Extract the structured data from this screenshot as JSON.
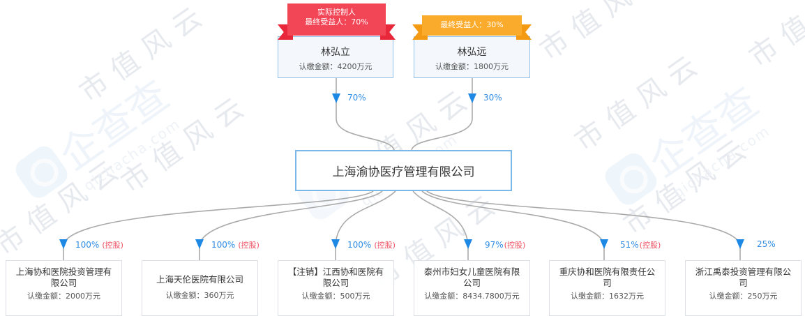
{
  "watermark": {
    "text": "市值风云",
    "brand": "企查查",
    "brand_domain": "qichacha.com"
  },
  "colors": {
    "actual_controller_ribbon": "#f0404f",
    "beneficiary_ribbon": "#f9a21d",
    "percent_text": "#2f8de4",
    "control_tag": "#ee4d5f",
    "link_line": "#aaaaaa",
    "box_border": "#7ab8e8"
  },
  "shareholders": [
    {
      "ribbon_line1": "实际控制人",
      "ribbon_line2": "最终受益人：70%",
      "name": "林弘立",
      "amount": "认缴金额：4200万元",
      "percent": "70%"
    },
    {
      "ribbon_line1": "",
      "ribbon_line2": "最终受益人：30%",
      "name": "林弘远",
      "amount": "认缴金额：1800万元",
      "percent": "30%"
    }
  ],
  "company": {
    "name": "上海渝协医疗管理有限公司"
  },
  "investments": [
    {
      "percent": "100%",
      "control": "(控股)",
      "name": "上海协和医院投资管理有限公司",
      "amount": "认缴金额：2000万元"
    },
    {
      "percent": "100%",
      "control": "(控股)",
      "name": "上海天伦医院有限公司",
      "amount": "认缴金额：360万元"
    },
    {
      "percent": "100%",
      "control": "(控股)",
      "name": "【注销】江西协和医院有限公司",
      "amount": "认缴金额：500万元"
    },
    {
      "percent": "97%",
      "control": "(控股)",
      "name": "泰州市妇女儿童医院有限公司",
      "amount": "认缴金额：8434.7800万元"
    },
    {
      "percent": "51%",
      "control": "(控股)",
      "name": "重庆协和医院有限责任公司",
      "amount": "认缴金额：1632万元"
    },
    {
      "percent": "25%",
      "control": "",
      "name": "浙江禹泰投资管理有限公司",
      "amount": "认缴金额：250万元"
    }
  ]
}
